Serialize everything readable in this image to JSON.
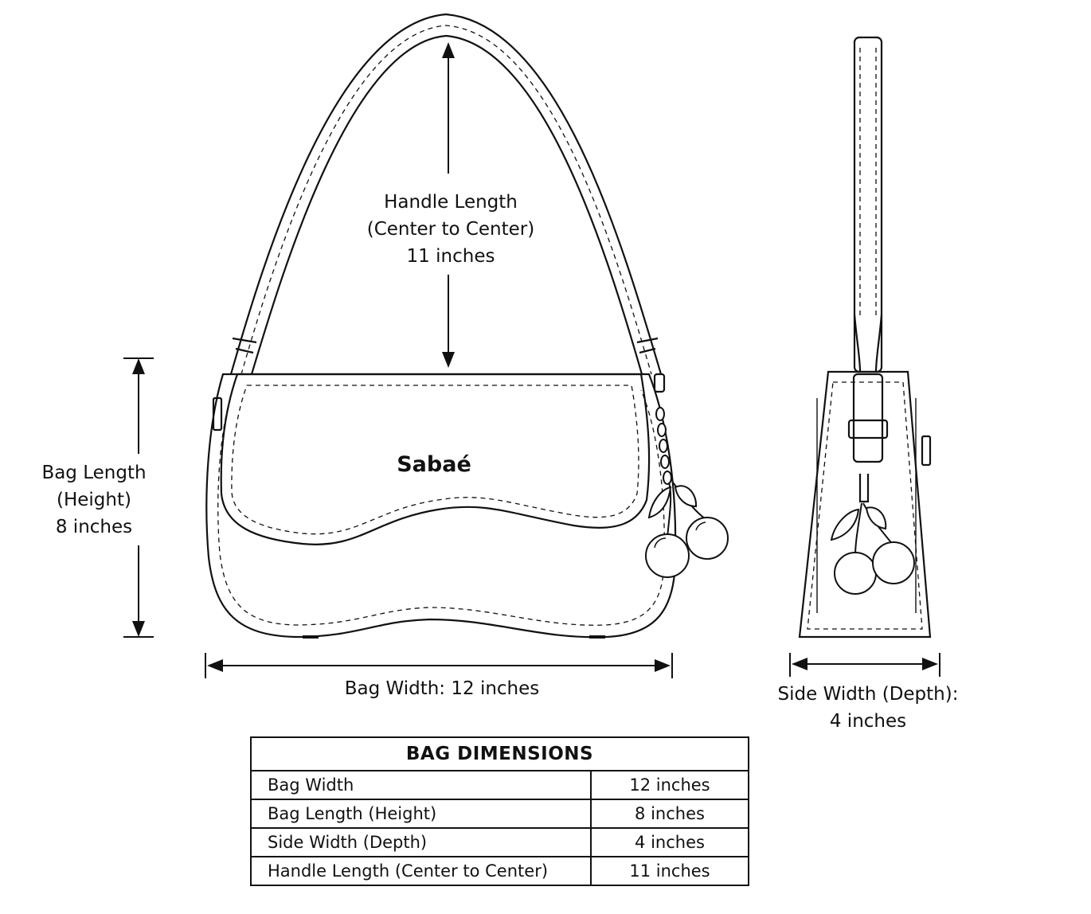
{
  "brand": "Sabaé",
  "labels": {
    "handle": [
      "Handle Length",
      "(Center to Center)",
      "11 inches"
    ],
    "height": [
      "Bag Length",
      "(Height)",
      "8 inches"
    ],
    "width": "Bag Width: 12 inches",
    "depth": [
      "Side Width (Depth):",
      "4 inches"
    ]
  },
  "table": {
    "title": "BAG DIMENSIONS",
    "rows": [
      {
        "name": "Bag Width",
        "value": "12 inches"
      },
      {
        "name": "Bag Length (Height)",
        "value": "8 inches"
      },
      {
        "name": "Side Width (Depth)",
        "value": "4 inches"
      },
      {
        "name": "Handle Length (Center to Center)",
        "value": "11 inches"
      }
    ]
  }
}
